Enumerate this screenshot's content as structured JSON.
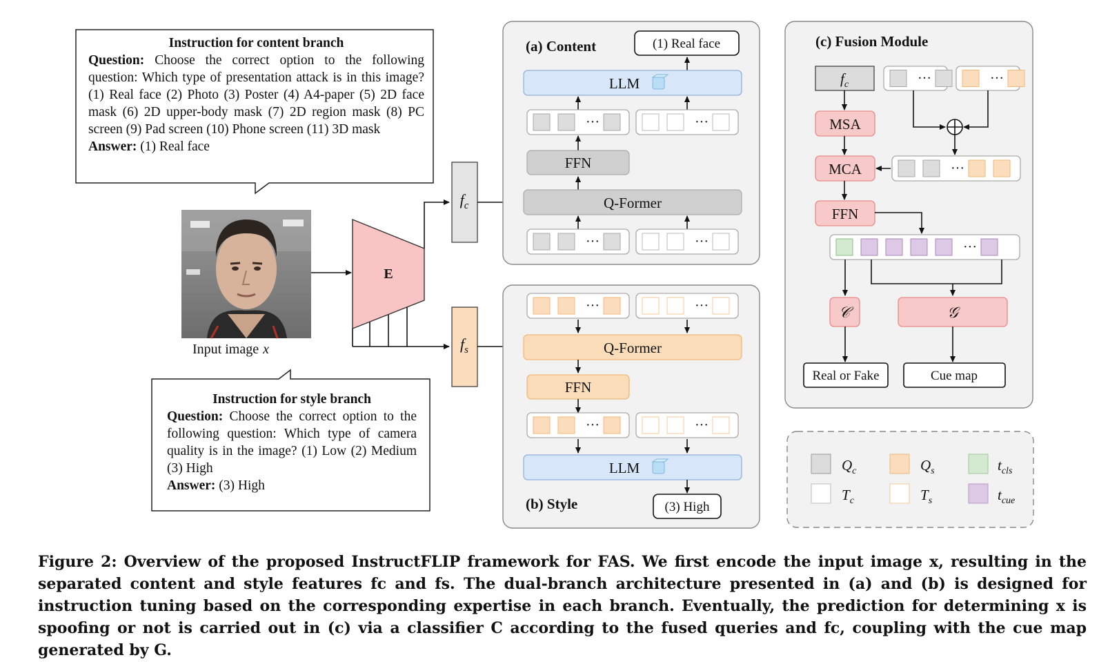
{
  "content_instruction": {
    "title": "Instruction for content branch",
    "question_label": "Question:",
    "question": "Choose the correct option to the following question: Which type of presentation attack is in this image? (1) Real face (2) Photo (3) Poster (4) A4-paper (5) 2D face mask (6) 2D upper-body mask (7) 2D region mask (8) PC screen (9) Pad screen (10) Phone screen (11) 3D mask",
    "answer_label": "Answer:",
    "answer": "(1) Real face"
  },
  "style_instruction": {
    "title": "Instruction for style branch",
    "question_label": "Question:",
    "question": "Choose the correct option to the following question: Which type of camera quality is in the image? (1) Low (2) Medium (3) High",
    "answer_label": "Answer:",
    "answer": "(3) High"
  },
  "input": {
    "label": "Input image",
    "var": "x"
  },
  "encoder": {
    "label": "E"
  },
  "features": {
    "fc_base": "f",
    "fc_sub": "c",
    "fs_base": "f",
    "fs_sub": "s"
  },
  "content_branch": {
    "title": "(a) Content",
    "output": "(1) Real face",
    "llm": "LLM",
    "ffn": "FFN",
    "qformer": "Q-Former",
    "dots": "···"
  },
  "style_branch": {
    "title": "(b) Style",
    "output": "(3) High",
    "llm": "LLM",
    "ffn": "FFN",
    "qformer": "Q-Former",
    "dots": "···"
  },
  "fusion": {
    "title": "(c) Fusion Module",
    "fc_base": "f",
    "fc_sub": "c",
    "msa": "MSA",
    "mca": "MCA",
    "ffn": "FFN",
    "classifier": "𝒞",
    "generator": "𝒢",
    "output_cls": "Real or Fake",
    "output_map": "Cue map",
    "plus": "⊕",
    "dots": "···"
  },
  "legend": {
    "qc": "Q",
    "qc_sub": "c",
    "qs": "Q",
    "qs_sub": "s",
    "tcls": "t",
    "tcls_sub": "cls",
    "tc": "T",
    "tc_sub": "c",
    "ts": "T",
    "ts_sub": "s",
    "tcue": "t",
    "tcue_sub": "cue"
  },
  "caption": "Figure 2: Overview of the proposed InstructFLIP framework for FAS. We first encode the input image x, resulting in the separated content and style features fc and fs. The dual-branch architecture presented in (a) and (b) is designed for instruction tuning based on the corresponding expertise in each branch. Eventually, the prediction for determining x is spoofing or not is carried out in (c) via a classifier C according to the fused queries and fc, coupling with the cue map generated by G.",
  "colors": {
    "gray_token": "#dddddd",
    "orange_token": "#fbdcbd",
    "green_token": "#d3ead0",
    "purple_token": "#ddc9e6",
    "llm_blue": "#d7e6f8",
    "pink_block": "#f8c9c9",
    "qformer_gray": "#cfcfcf",
    "orange_block": "#fbdcb8"
  }
}
